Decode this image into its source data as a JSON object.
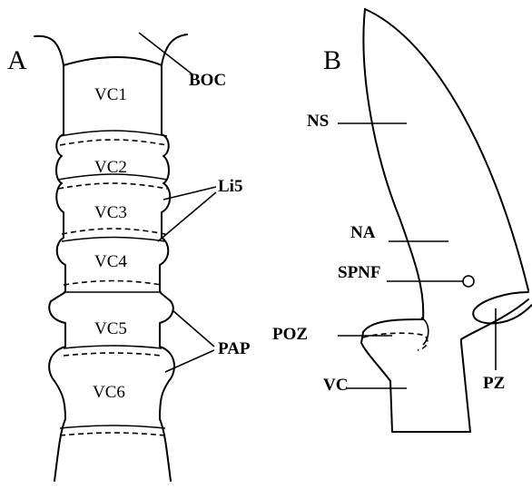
{
  "panels": {
    "a": {
      "letter": "A"
    },
    "b": {
      "letter": "B"
    }
  },
  "labels_a": {
    "vc1": "VC1",
    "vc2": "VC2",
    "vc3": "VC3",
    "vc4": "VC4",
    "vc5": "VC5",
    "vc6": "VC6",
    "boc": "BOC",
    "li5": "Li5",
    "pap": "PAP"
  },
  "labels_b": {
    "ns": "NS",
    "na": "NA",
    "spnf": "SPNF",
    "poz": "POZ",
    "vc": "VC",
    "pz": "PZ"
  }
}
